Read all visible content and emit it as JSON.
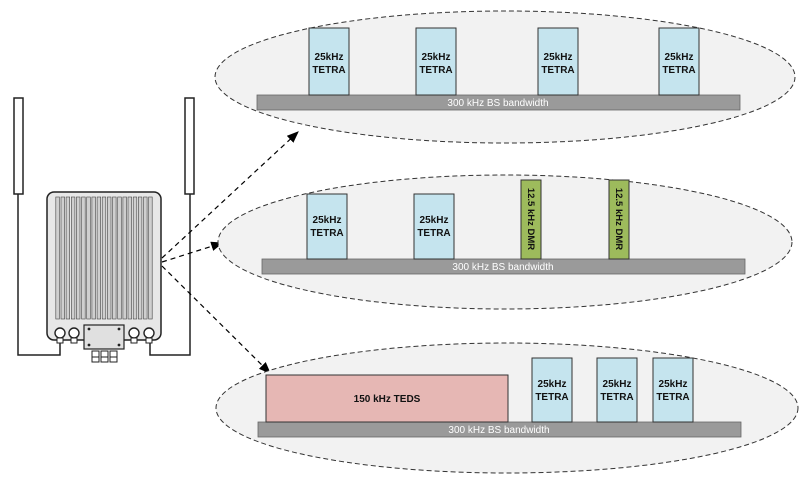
{
  "colors": {
    "tetra_fill": "#c5e4ee",
    "dmr_fill": "#9dbb5c",
    "teds_fill": "#e6b7b4",
    "bar_fill": "#9a9a9a",
    "bar_text": "#ffffff",
    "ellipse_fill": "#f2f2f2",
    "device_fill": "#e7e7e7",
    "outline": "#222222"
  },
  "device": {
    "icon": "radio-base-station-icon"
  },
  "groups": [
    {
      "bar_label": "300 kHz BS bandwidth",
      "channels": [
        {
          "type": "tetra",
          "line1": "25kHz",
          "line2": "TETRA"
        },
        {
          "type": "tetra",
          "line1": "25kHz",
          "line2": "TETRA"
        },
        {
          "type": "tetra",
          "line1": "25kHz",
          "line2": "TETRA"
        },
        {
          "type": "tetra",
          "line1": "25kHz",
          "line2": "TETRA"
        }
      ]
    },
    {
      "bar_label": "300 kHz BS bandwidth",
      "channels": [
        {
          "type": "tetra",
          "line1": "25kHz",
          "line2": "TETRA"
        },
        {
          "type": "tetra",
          "line1": "25kHz",
          "line2": "TETRA"
        },
        {
          "type": "dmr",
          "label": "12.5 kHz DMR"
        },
        {
          "type": "dmr",
          "label": "12.5 kHz DMR"
        }
      ]
    },
    {
      "bar_label": "300 kHz BS bandwidth",
      "channels": [
        {
          "type": "teds",
          "label": "150 kHz TEDS"
        },
        {
          "type": "tetra",
          "line1": "25kHz",
          "line2": "TETRA"
        },
        {
          "type": "tetra",
          "line1": "25kHz",
          "line2": "TETRA"
        },
        {
          "type": "tetra",
          "line1": "25kHz",
          "line2": "TETRA"
        }
      ]
    }
  ]
}
